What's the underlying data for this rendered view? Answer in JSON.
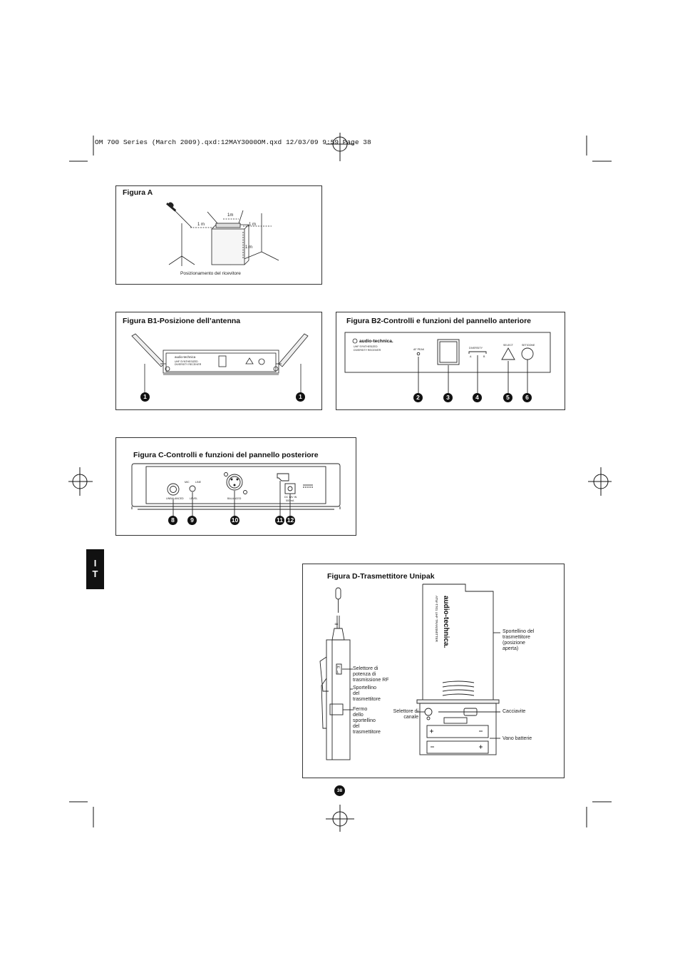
{
  "header": {
    "file_line": "OM 700 Series (March 2009).qxd:12MAY3000OM.qxd  12/03/09  9:59  Page 38"
  },
  "language_tab": {
    "line1": "I",
    "line2": "T"
  },
  "page_number": "38",
  "figure_a": {
    "title": "Figura A",
    "dim_top": "1m",
    "dim_left": "1 m",
    "dim_right": "1 m",
    "dim_vertical": "1 m",
    "caption": "Posizionamento del ricevitore"
  },
  "figure_b1": {
    "title": "Figura B1-Posizione dell’antenna",
    "callout_left": "1",
    "callout_right": "1",
    "brand": "audio-technica",
    "model_line1": "UHF SYNTHESIZED",
    "model_line2": "DIVERSITY RECEIVER"
  },
  "figure_b2": {
    "title": "Figura B2-Controlli e funzioni del pannello anteriore",
    "brand": "audio-technica.",
    "model_line1": "UHF SYNTHESIZED",
    "model_line2": "DIVERSITY RECEIVER",
    "label_af_peak": "AF PEAK",
    "label_diversity": "DIVERSITY",
    "label_diversity_a": "A",
    "label_diversity_b": "B",
    "label_select": "SELECT",
    "label_set": "SET/DONE",
    "callouts": [
      "2",
      "3",
      "4",
      "5",
      "6"
    ]
  },
  "figure_c": {
    "title": "Figura C-Controlli e funzioni del pannello posteriore",
    "label_unbalanced": "UNBALANCED",
    "label_level": "LEVEL",
    "label_mic": "MIC",
    "label_line": "LINE",
    "label_balanced": "BALANCED",
    "label_dc": "DC 12V IN",
    "label_dc2": "500mA",
    "callouts": [
      "8",
      "9",
      "10",
      "11",
      "12"
    ]
  },
  "figure_d": {
    "title": "Figura D-Trasmettitore Unipak",
    "left_labels": [
      "Selettore di\npotenza di\ntrasmissione RF",
      "Sportellino\ndel\ntrasmettitore",
      "Fermo\ndello\nsportellino\ndel\ntrasmettitore"
    ],
    "right_labels": [
      "Sportellino del\ntrasmettitore\n(posizione\naperta)",
      "Cacciavite",
      "Vano batterie"
    ],
    "channel_selector": "Selettore di\ncanale",
    "device_brand": "audio-technica.",
    "device_model": "ATW-T701 UHF TRANSMITTER",
    "switch_hi": "H",
    "switch_lo": "L"
  }
}
